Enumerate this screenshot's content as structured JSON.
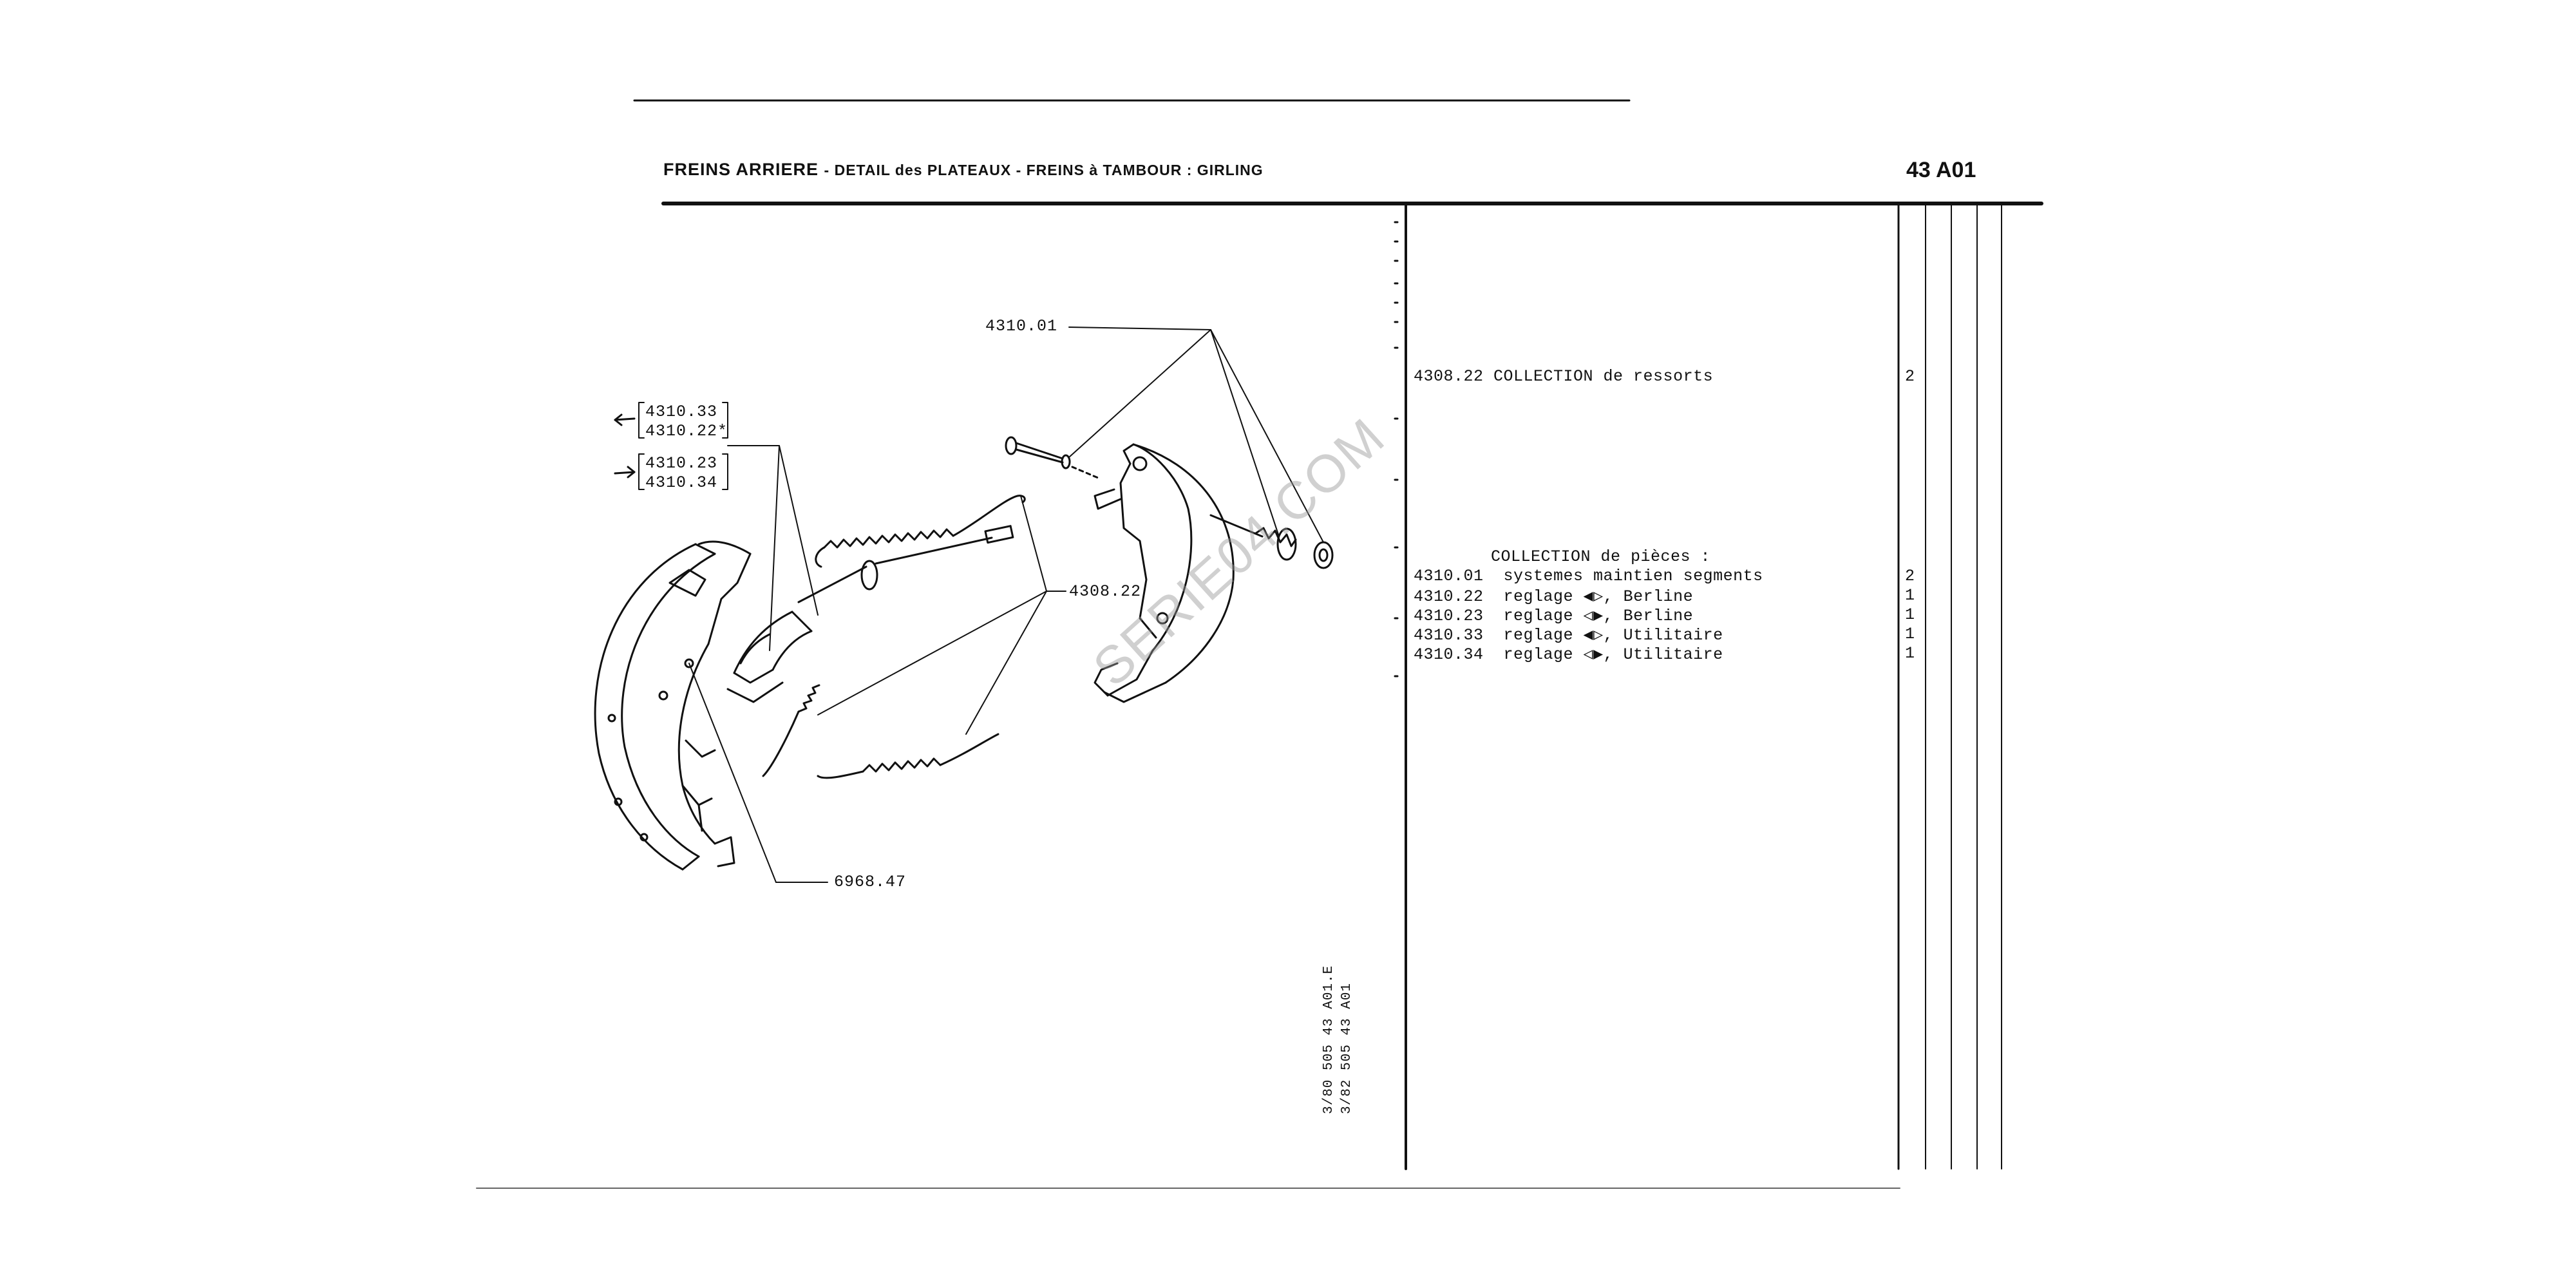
{
  "header": {
    "title_main": "FREINS ARRIERE",
    "title_sub": "- DETAIL des PLATEAUX - FREINS à TAMBOUR : GIRLING",
    "page_code": "43 A01"
  },
  "diagram": {
    "callouts": {
      "c_4310_01": "4310.01",
      "c_4308_22": "4308.22",
      "c_6968_47": "6968.47",
      "c_4310_33": "4310.33",
      "c_4310_22": "4310.22*",
      "c_4310_23": "4310.23",
      "c_4310_34": "4310.34"
    },
    "reference_lines": [
      "3/80 505 43 A01.E",
      "3/82 505 43 A01"
    ]
  },
  "parts_list": {
    "group1": {
      "text": "4308.22 COLLECTION de ressorts",
      "qty": "2"
    },
    "group2_heading": "COLLECTION de pièces :",
    "rows": [
      {
        "text": "4310.01  systemes maintien segments",
        "qty": "2"
      },
      {
        "text": "4310.22  reglage ◀▷, Berline",
        "qty": "1"
      },
      {
        "text": "4310.23  reglage ◁▶, Berline",
        "qty": "1"
      },
      {
        "text": "4310.33  reglage ◀▷, Utilitaire",
        "qty": "1"
      },
      {
        "text": "4310.34  reglage ◁▶, Utilitaire",
        "qty": "1"
      }
    ]
  },
  "watermark": "SERIE04.COM"
}
